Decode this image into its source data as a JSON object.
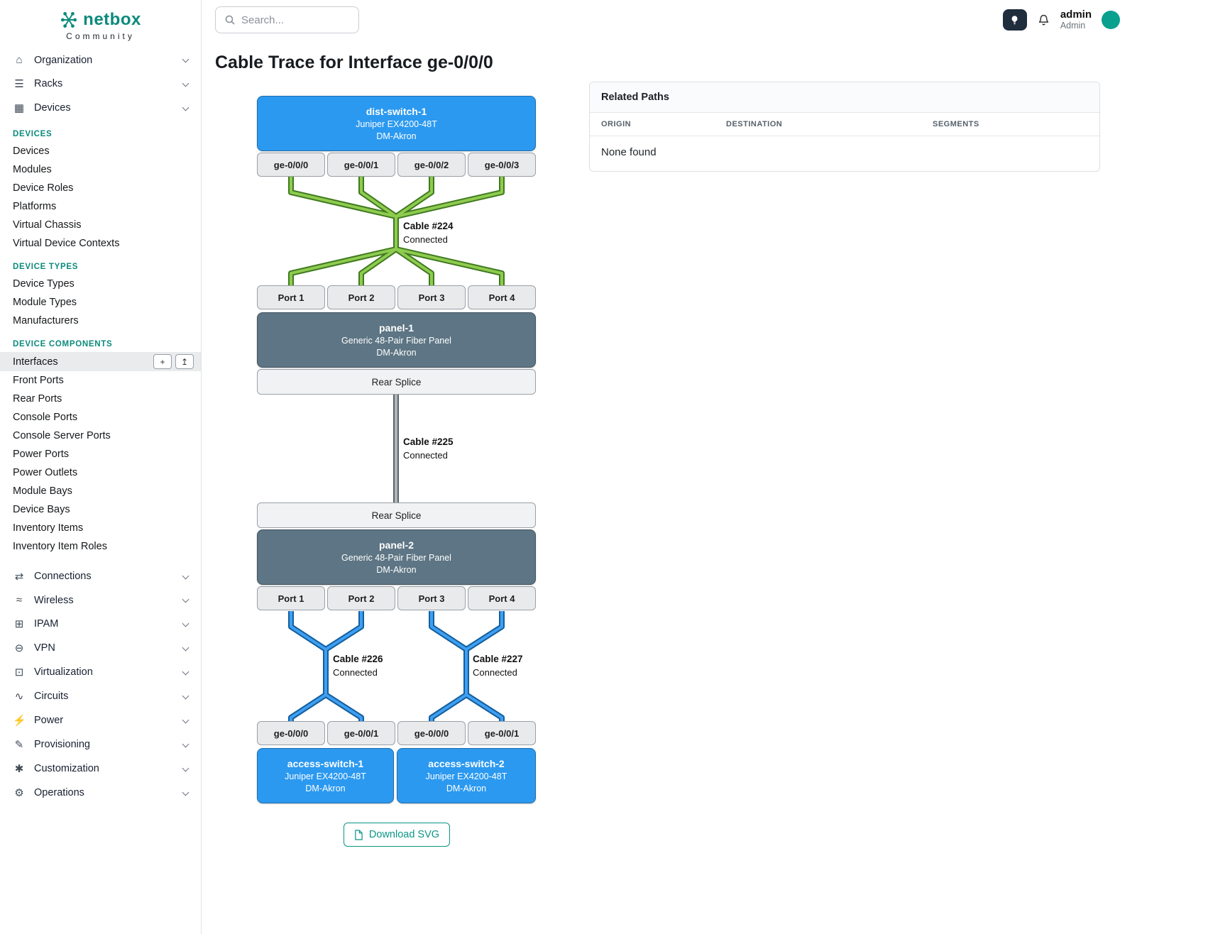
{
  "app": {
    "logo": "netbox",
    "logo_sub": "Community"
  },
  "topbar": {
    "search_placeholder": "Search...",
    "user_name": "admin",
    "user_role": "Admin"
  },
  "sidebar": {
    "groups_top": [
      {
        "label": "Organization",
        "icon": "organization-icon",
        "glyph": "⌂"
      },
      {
        "label": "Racks",
        "icon": "racks-icon",
        "glyph": "☰"
      },
      {
        "label": "Devices",
        "icon": "devices-icon",
        "glyph": "▦"
      }
    ],
    "sections": [
      {
        "heading": "DEVICES",
        "items": [
          "Devices",
          "Modules",
          "Device Roles",
          "Platforms",
          "Virtual Chassis",
          "Virtual Device Contexts"
        ]
      },
      {
        "heading": "DEVICE TYPES",
        "items": [
          "Device Types",
          "Module Types",
          "Manufacturers"
        ]
      },
      {
        "heading": "DEVICE COMPONENTS",
        "items": [
          "Interfaces",
          "Front Ports",
          "Rear Ports",
          "Console Ports",
          "Console Server Ports",
          "Power Ports",
          "Power Outlets",
          "Module Bays",
          "Device Bays",
          "Inventory Items",
          "Inventory Item Roles"
        ],
        "active_item": "Interfaces",
        "active_buttons": {
          "add": "+",
          "import": "↥"
        }
      }
    ],
    "groups_bottom": [
      {
        "label": "Connections",
        "icon": "connections-icon",
        "glyph": "⇄"
      },
      {
        "label": "Wireless",
        "icon": "wireless-icon",
        "glyph": "≈"
      },
      {
        "label": "IPAM",
        "icon": "ipam-icon",
        "glyph": "⊞"
      },
      {
        "label": "VPN",
        "icon": "vpn-icon",
        "glyph": "⊖"
      },
      {
        "label": "Virtualization",
        "icon": "virtualization-icon",
        "glyph": "⊡"
      },
      {
        "label": "Circuits",
        "icon": "circuits-icon",
        "glyph": "∿"
      },
      {
        "label": "Power",
        "icon": "power-icon",
        "glyph": "⚡"
      },
      {
        "label": "Provisioning",
        "icon": "provisioning-icon",
        "glyph": "✎"
      },
      {
        "label": "Customization",
        "icon": "customization-icon",
        "glyph": "✱"
      },
      {
        "label": "Operations",
        "icon": "operations-icon",
        "glyph": "⚙"
      }
    ]
  },
  "page": {
    "title": "Cable Trace for Interface ge-0/0/0"
  },
  "trace": {
    "devices": [
      {
        "name": "dist-switch-1",
        "model": "Juniper EX4200-48T",
        "site": "DM-Akron",
        "ports_bottom": [
          "ge-0/0/0",
          "ge-0/0/1",
          "ge-0/0/2",
          "ge-0/0/3"
        ]
      },
      {
        "name": "panel-1",
        "model": "Generic 48-Pair Fiber Panel",
        "site": "DM-Akron",
        "ports_top": [
          "Port 1",
          "Port 2",
          "Port 3",
          "Port 4"
        ],
        "rear": "Rear Splice"
      },
      {
        "name": "panel-2",
        "model": "Generic 48-Pair Fiber Panel",
        "site": "DM-Akron",
        "rear": "Rear Splice",
        "ports_bottom": [
          "Port 1",
          "Port 2",
          "Port 3",
          "Port 4"
        ]
      },
      {
        "name": "access-switch-1",
        "model": "Juniper EX4200-48T",
        "site": "DM-Akron",
        "ports_top": [
          "ge-0/0/0",
          "ge-0/0/1"
        ]
      },
      {
        "name": "access-switch-2",
        "model": "Juniper EX4200-48T",
        "site": "DM-Akron",
        "ports_top": [
          "ge-0/0/0",
          "ge-0/0/1"
        ]
      }
    ],
    "cables": [
      {
        "label": "Cable #224",
        "status": "Connected",
        "color_dark": "#3f7a1f",
        "color_light": "#8fcb4f"
      },
      {
        "label": "Cable #225",
        "status": "Connected",
        "color_dark": "#5d6568",
        "color_light": "#b0b7ba"
      },
      {
        "label": "Cable #226",
        "status": "Connected",
        "color_dark": "#135f9e",
        "color_light": "#3f9ff2"
      },
      {
        "label": "Cable #227",
        "status": "Connected",
        "color_dark": "#135f9e",
        "color_light": "#3f9ff2"
      }
    ],
    "download_label": "Download SVG"
  },
  "related_paths": {
    "title": "Related Paths",
    "columns": [
      "ORIGIN",
      "DESTINATION",
      "SEGMENTS"
    ],
    "empty": "None found"
  },
  "colors": {
    "brand_teal": "#0b8a7c",
    "device_blue": "#2b99f0",
    "panel_slate": "#5d7584"
  }
}
